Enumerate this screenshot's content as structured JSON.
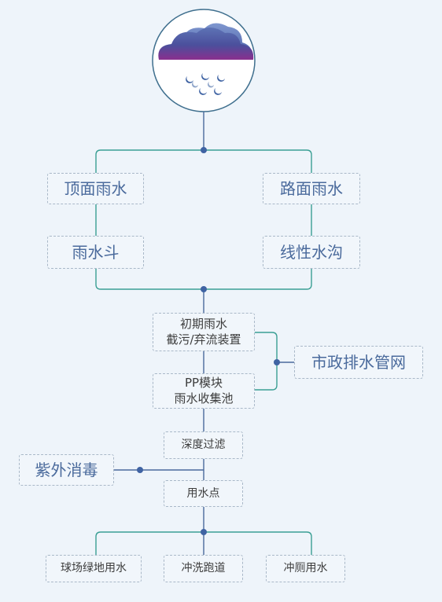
{
  "diagram": {
    "source": {
      "icon": "rain-cloud-icon"
    },
    "nodes": {
      "roof_rain": "顶面雨水",
      "road_rain": "路面雨水",
      "rain_hopper": "雨水斗",
      "linear_gutter": "线性水沟",
      "initial_rain_line1": "初期雨水",
      "initial_rain_line2": "截污/弃流装置",
      "municipal_drain": "市政排水管网",
      "pp_module_line1": "PP模块",
      "pp_module_line2": "雨水收集池",
      "deep_filter": "深度过滤",
      "uv_disinfection": "紫外消毒",
      "water_point": "用水点",
      "use_sports_field": "球场绿地用水",
      "use_track_wash": "冲洗跑道",
      "use_toilet": "冲厕用水"
    },
    "colors": {
      "line": "#4a6a9c",
      "line_green": "#3a9f94",
      "dot": "#3f63a3",
      "box_border": "#a9b8c8",
      "title_text": "#4a6a9c",
      "cloud_dark": "#3a5490",
      "cloud_purple": "#7a2f8a"
    }
  }
}
